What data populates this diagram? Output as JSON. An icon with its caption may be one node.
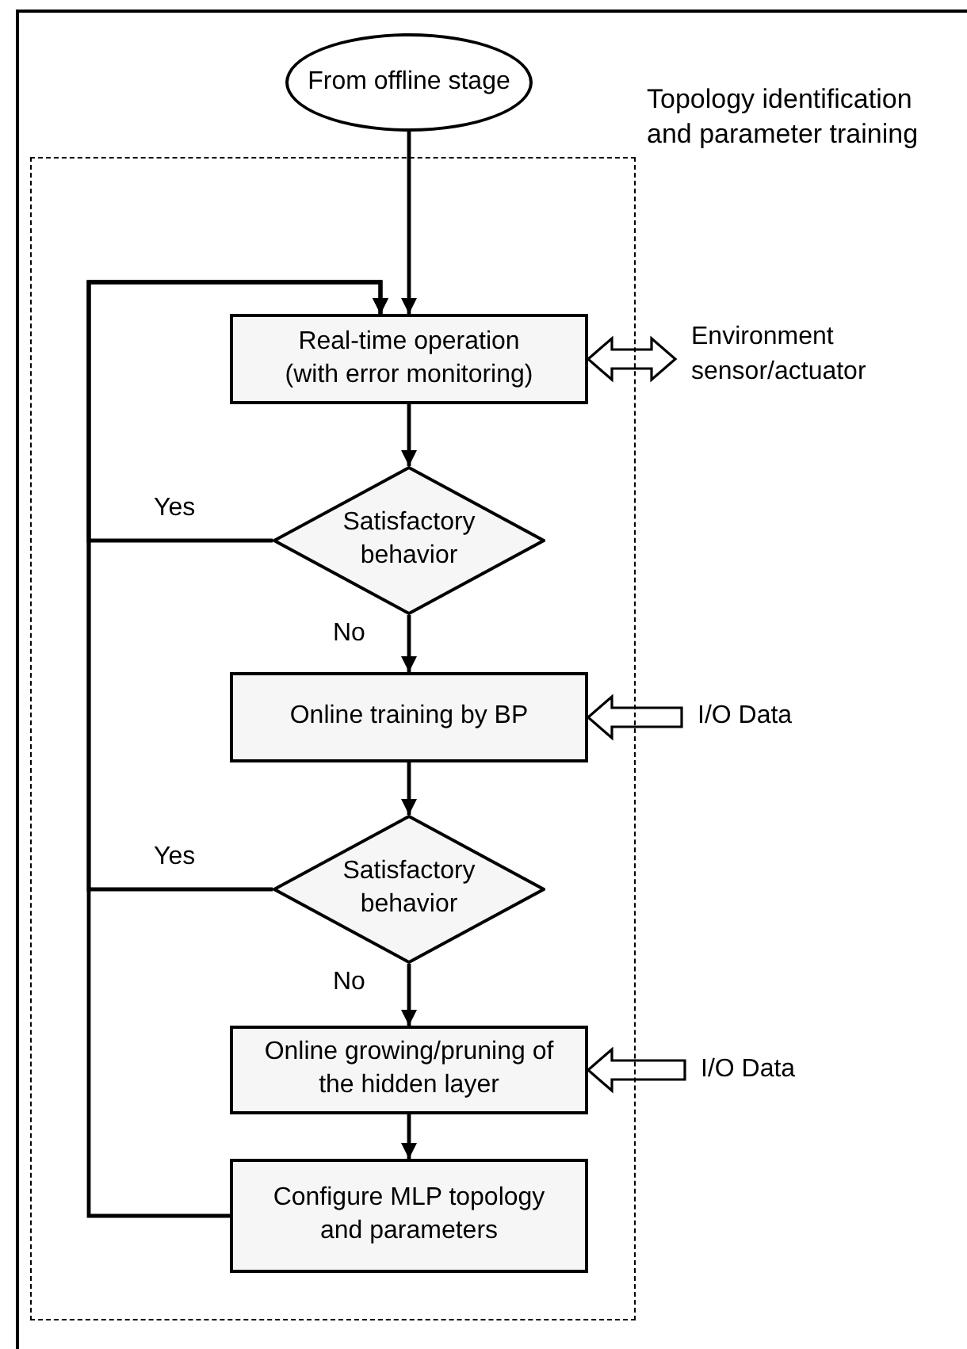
{
  "diagram": {
    "nodes": [
      {
        "text": [
          "From offline stage"
        ]
      },
      {
        "text": [
          "Topology identification and parameter training"
        ]
      },
      {
        "text": [
          "Real-time operation (with error monitoring)"
        ],
        "in": 1
      },
      {
        "text": [
          "Satisfactory behavior"
        ],
        "in": 1
      },
      {
        "text": [
          "Online training by BP"
        ],
        "in": 1
      },
      {
        "text": [
          "Satisfactory behavior"
        ],
        "in": 1
      },
      {
        "text": [
          "Online growing/pruning of the hidden layer"
        ],
        "in": 1
      },
      {
        "text": [
          "Configure MLP topology and parameters"
        ],
        "in": 1
      },
      {
        "text": [
          "Environment sensor/actuator"
        ]
      },
      {
        "text": [
          "I/O Data"
        ]
      },
      {
        "text": [
          "I/O Data"
        ]
      }
    ],
    "edges": [
      {
        "from": 0,
        "to": 2,
        "arrow": "to"
      },
      {
        "from": 2,
        "to": 3,
        "arrow": "to"
      },
      {
        "from": 3,
        "to": 4,
        "arrow": "to",
        "label": "No"
      },
      {
        "from": 3,
        "to": 2,
        "arrow": "to",
        "label": "Yes"
      },
      {
        "from": 4,
        "to": 5,
        "arrow": "to"
      },
      {
        "from": 5,
        "to": 6,
        "arrow": "to",
        "label": "No"
      },
      {
        "from": 5,
        "to": 2,
        "arrow": "to",
        "label": "Yes"
      },
      {
        "from": 6,
        "to": 7,
        "arrow": "to"
      },
      {
        "from": 7,
        "to": 2,
        "arrow": "to"
      },
      {
        "from": 2,
        "to": 8,
        "arrow": "both",
        "style": "thick"
      },
      {
        "from": 9,
        "to": 4,
        "arrow": "to",
        "style": "thick"
      },
      {
        "from": 10,
        "to": 6,
        "arrow": "to",
        "style": "thick"
      }
    ]
  }
}
